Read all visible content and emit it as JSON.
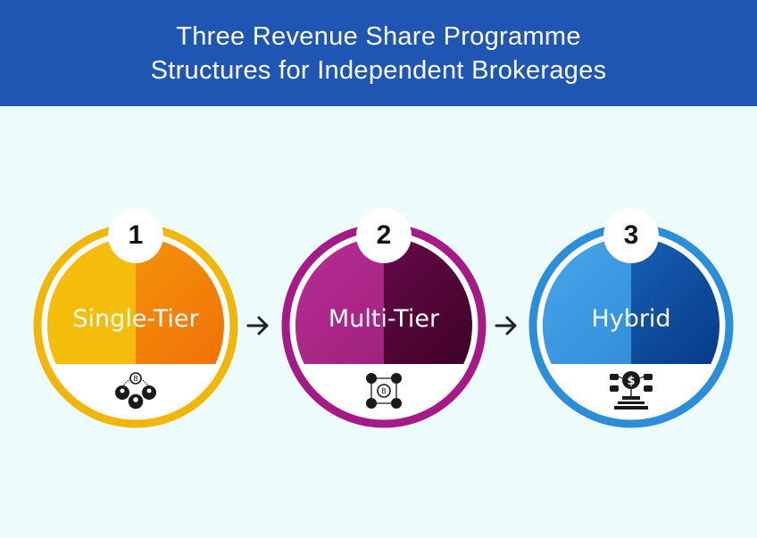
{
  "header": {
    "title_line1": "Three Revenue Share Programme",
    "title_line2": "Structures for Independent Brokerages"
  },
  "steps": [
    {
      "number": "1",
      "label": "Single-Tier",
      "icon": "network-people-icon",
      "ring_color": "#f0b60a",
      "fill_left": "#f5bd0b",
      "fill_right": "#f57f0a"
    },
    {
      "number": "2",
      "label": "Multi-Tier",
      "icon": "multi-level-network-icon",
      "ring_color": "#a51a86",
      "fill_left": "#b5268f",
      "fill_right": "#45042b"
    },
    {
      "number": "3",
      "label": "Hybrid",
      "icon": "hybrid-dollar-network-icon",
      "ring_color": "#2c8ed9",
      "fill_left": "#3a9ae2",
      "fill_right": "#063e95"
    }
  ],
  "arrows": [
    "arrow-right-icon",
    "arrow-right-icon"
  ]
}
